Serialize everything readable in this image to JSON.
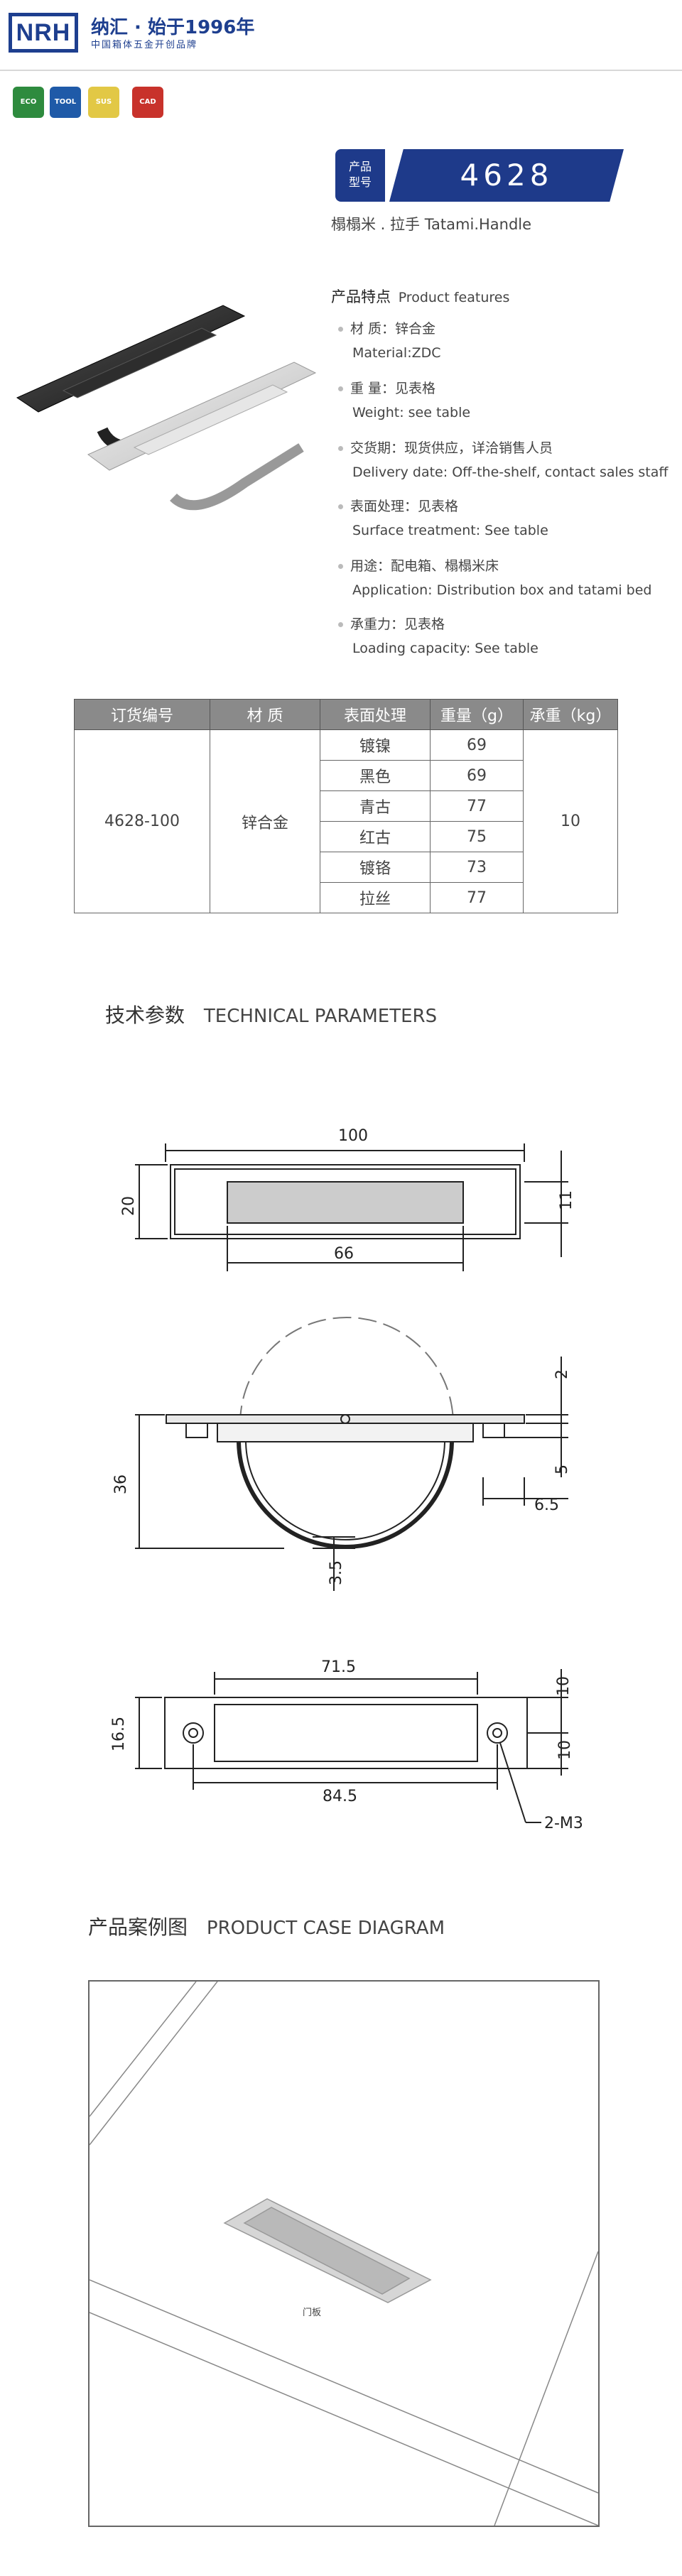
{
  "header": {
    "logo": "NRH",
    "brand": "纳汇 · 始于1996年",
    "brand_sub": "中国箱体五金开创品牌",
    "badges": [
      "ECO",
      "TOOL",
      "SUS",
      "CAD"
    ]
  },
  "model": {
    "label_line1": "产品",
    "label_line2": "型号",
    "number": "4628",
    "name": "榻榻米 . 拉手  Tatami.Handle"
  },
  "features": {
    "title_cn": "产品特点",
    "title_en": "Product features",
    "items": [
      {
        "cn": "材  质：锌合金",
        "en": "Material:ZDC"
      },
      {
        "cn": "重  量：见表格",
        "en": "Weight: see table"
      },
      {
        "cn": "交货期：现货供应，详洽销售人员",
        "en": "Delivery date: Off-the-shelf, contact sales staff"
      },
      {
        "cn": "表面处理：见表格",
        "en": "Surface treatment: See table"
      },
      {
        "cn": "用途：配电箱、榻榻米床",
        "en": "Application: Distribution box and tatami bed"
      },
      {
        "cn": "承重力：见表格",
        "en": "Loading capacity: See table"
      }
    ]
  },
  "table": {
    "headers": [
      "订货编号",
      "材    质",
      "表面处理",
      "重量（g）",
      "承重（kg）"
    ],
    "code": "4628-100",
    "material": "锌合金",
    "load": "10",
    "rows": [
      {
        "finish": "镀镍",
        "weight": "69"
      },
      {
        "finish": "黑色",
        "weight": "69"
      },
      {
        "finish": "青古",
        "weight": "77"
      },
      {
        "finish": "红古",
        "weight": "75"
      },
      {
        "finish": "镀铬",
        "weight": "73"
      },
      {
        "finish": "拉丝",
        "weight": "77"
      }
    ]
  },
  "tech": {
    "title_cn": "技术参数",
    "title_en": "TECHNICAL PARAMETERS",
    "d1": "100",
    "d2": "20",
    "d3": "11",
    "d4": "66",
    "d5": "2",
    "d6": "36",
    "d7": "5",
    "d8": "6.5",
    "d9": "3.5",
    "d10": "71.5",
    "d11": "10",
    "d12": "16.5",
    "d13": "10",
    "d14": "84.5",
    "d15": "2-M3"
  },
  "case": {
    "title_cn": "产品案例图",
    "title_en": "PRODUCT CASE DIAGRAM",
    "label": "门板"
  },
  "colors": {
    "brand_blue": "#1e3a8a",
    "table_header": "#8a8a8a"
  }
}
